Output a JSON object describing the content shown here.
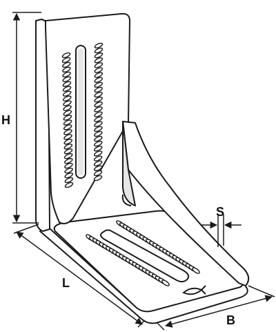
{
  "labels": {
    "height": "H",
    "length": "L",
    "width": "B",
    "thickness": "S"
  },
  "colors": {
    "stroke": "#1a1a1a",
    "fill": "#ffffff",
    "shade": "#e6e6e6"
  },
  "icons": {
    "brand_mark": "fish-logo-icon"
  }
}
